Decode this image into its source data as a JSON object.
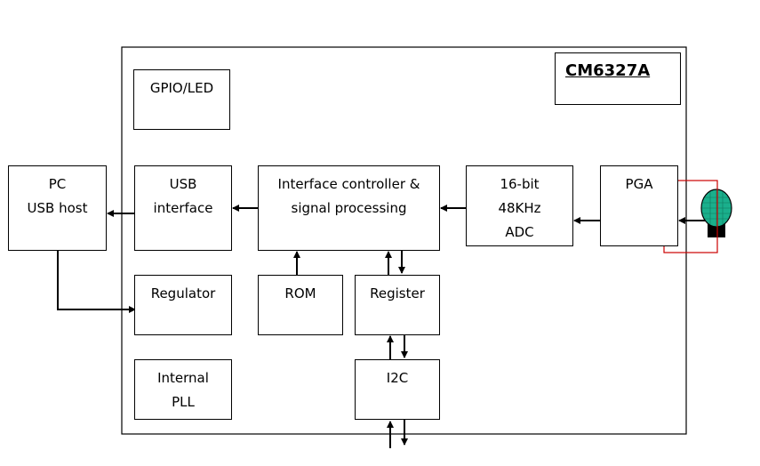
{
  "chip": {
    "name": "CM6327A"
  },
  "blocks": {
    "gpio": {
      "line1": "GPIO/LED"
    },
    "pc": {
      "line1": "PC",
      "line2": "USB host"
    },
    "usb": {
      "line1": "USB",
      "line2": "interface"
    },
    "ifc": {
      "line1": "Interface controller &",
      "line2": "signal processing"
    },
    "adc": {
      "line1": "16-bit",
      "line2": "48KHz",
      "line3": "ADC"
    },
    "pga": {
      "line1": "PGA"
    },
    "regulator": {
      "line1": "Regulator"
    },
    "rom": {
      "line1": "ROM"
    },
    "register": {
      "line1": "Register"
    },
    "pll": {
      "line1": "Internal",
      "line2": "PLL"
    },
    "i2c": {
      "line1": "I2C"
    }
  },
  "colors": {
    "stroke": "#000000",
    "microphone_head": "#1aaf8c",
    "highlight": "#cc0000"
  },
  "icons": {
    "microphone": "microphone-icon"
  }
}
